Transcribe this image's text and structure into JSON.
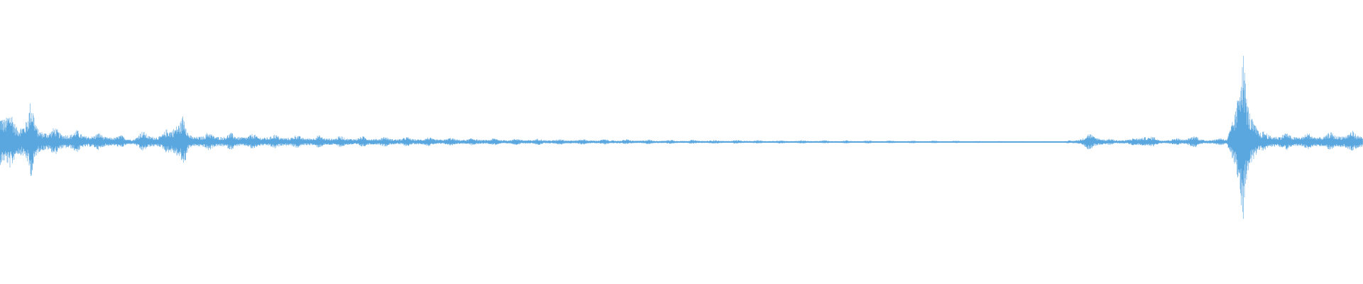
{
  "waveform": {
    "color": "#5aa7e0",
    "background": "#ffffff",
    "amplitude_envelope": [
      [
        0.0,
        0.44
      ],
      [
        0.006,
        0.3
      ],
      [
        0.012,
        0.22
      ],
      [
        0.018,
        0.28
      ],
      [
        0.022,
        0.44
      ],
      [
        0.026,
        0.2
      ],
      [
        0.032,
        0.16
      ],
      [
        0.04,
        0.13
      ],
      [
        0.05,
        0.12
      ],
      [
        0.06,
        0.1
      ],
      [
        0.075,
        0.08
      ],
      [
        0.09,
        0.06
      ],
      [
        0.098,
        0.04
      ],
      [
        0.102,
        0.1
      ],
      [
        0.12,
        0.08
      ],
      [
        0.134,
        0.35
      ],
      [
        0.138,
        0.08
      ],
      [
        0.15,
        0.09
      ],
      [
        0.2,
        0.07
      ],
      [
        0.25,
        0.055
      ],
      [
        0.3,
        0.045
      ],
      [
        0.35,
        0.035
      ],
      [
        0.4,
        0.03
      ],
      [
        0.45,
        0.025
      ],
      [
        0.5,
        0.02
      ],
      [
        0.55,
        0.018
      ],
      [
        0.6,
        0.016
      ],
      [
        0.65,
        0.014
      ],
      [
        0.7,
        0.012
      ],
      [
        0.75,
        0.008
      ],
      [
        0.78,
        0.006
      ],
      [
        0.79,
        0.03
      ],
      [
        0.801,
        0.09
      ],
      [
        0.812,
        0.03
      ],
      [
        0.83,
        0.03
      ],
      [
        0.84,
        0.08
      ],
      [
        0.85,
        0.03
      ],
      [
        0.87,
        0.04
      ],
      [
        0.875,
        0.09
      ],
      [
        0.88,
        0.03
      ],
      [
        0.9,
        0.04
      ],
      [
        0.912,
        0.86
      ],
      [
        0.918,
        0.4
      ],
      [
        0.925,
        0.1
      ],
      [
        0.95,
        0.08
      ],
      [
        0.97,
        0.08
      ],
      [
        0.985,
        0.1
      ],
      [
        1.0,
        0.1
      ]
    ]
  }
}
